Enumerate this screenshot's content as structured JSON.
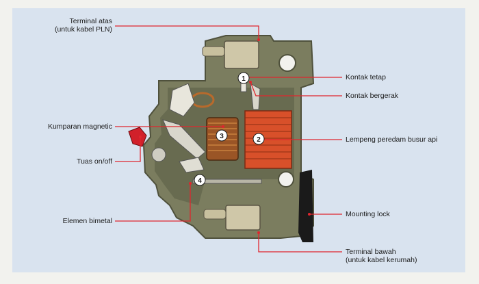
{
  "colors": {
    "panel_bg": "#d9e3ef",
    "housing": "#7b7d5f",
    "housing_dark": "#4f513c",
    "leader_line": "#e0262e",
    "arc_chute": "#d8502a",
    "coil": "#b86a2c",
    "badge_fill": "#ffffff",
    "badge_text": "#1b1b1b"
  },
  "labels": {
    "terminal_atas_1": "Terminal atas",
    "terminal_atas_2": "(untuk kabel PLN)",
    "kumparan": "Kumparan magnetic",
    "tuas": "Tuas on/off",
    "elemen": "Elemen bimetal",
    "kontak_tetap": "Kontak tetap",
    "kontak_bergerak": "Kontak bergerak",
    "lempeng": "Lempeng peredam busur api",
    "mounting": "Mounting lock",
    "terminal_bawah_1": "Terminal bawah",
    "terminal_bawah_2": "(untuk kabel kerumah)"
  },
  "badges": {
    "b1": "1",
    "b2": "2",
    "b3": "3",
    "b4": "4"
  }
}
